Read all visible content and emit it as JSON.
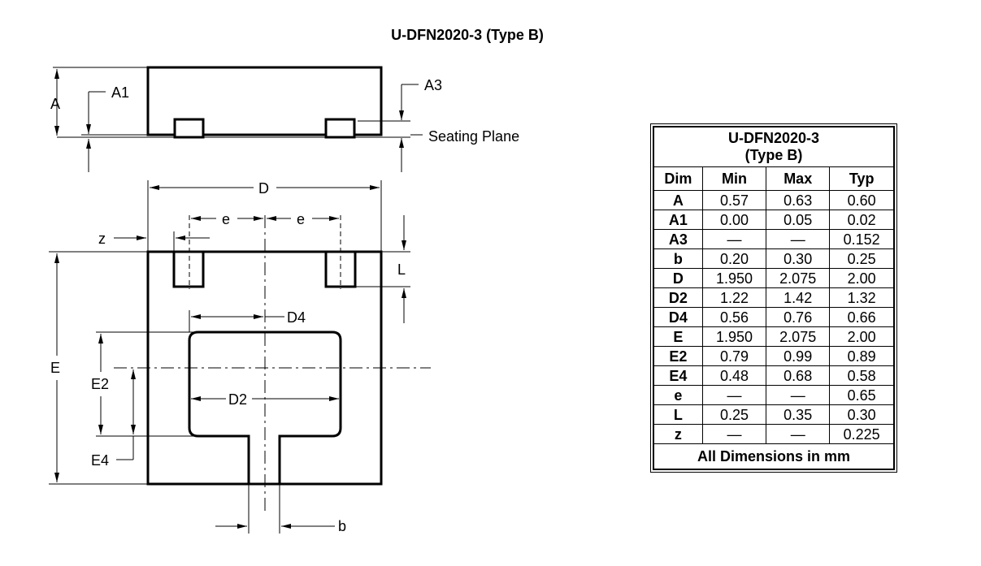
{
  "title": "U-DFN2020-3 (Type B)",
  "labels": {
    "A": "A",
    "A1": "A1",
    "A3": "A3",
    "seating_plane": "Seating Plane",
    "D": "D",
    "e1": "e",
    "e2": "e",
    "z": "z",
    "L": "L",
    "D4": "D4",
    "E": "E",
    "E2": "E2",
    "D2": "D2",
    "E4": "E4",
    "b": "b"
  },
  "table": {
    "caption_line1": "U-DFN2020-3",
    "caption_line2": "(Type B)",
    "headers": [
      "Dim",
      "Min",
      "Max",
      "Typ"
    ],
    "rows": [
      [
        "A",
        "0.57",
        "0.63",
        "0.60"
      ],
      [
        "A1",
        "0.00",
        "0.05",
        "0.02"
      ],
      [
        "A3",
        "—",
        "—",
        "0.152"
      ],
      [
        "b",
        "0.20",
        "0.30",
        "0.25"
      ],
      [
        "D",
        "1.950",
        "2.075",
        "2.00"
      ],
      [
        "D2",
        "1.22",
        "1.42",
        "1.32"
      ],
      [
        "D4",
        "0.56",
        "0.76",
        "0.66"
      ],
      [
        "E",
        "1.950",
        "2.075",
        "2.00"
      ],
      [
        "E2",
        "0.79",
        "0.99",
        "0.89"
      ],
      [
        "E4",
        "0.48",
        "0.68",
        "0.58"
      ],
      [
        "e",
        "—",
        "—",
        "0.65"
      ],
      [
        "L",
        "0.25",
        "0.35",
        "0.30"
      ],
      [
        "z",
        "—",
        "—",
        "0.225"
      ]
    ],
    "footer": "All Dimensions in mm"
  }
}
